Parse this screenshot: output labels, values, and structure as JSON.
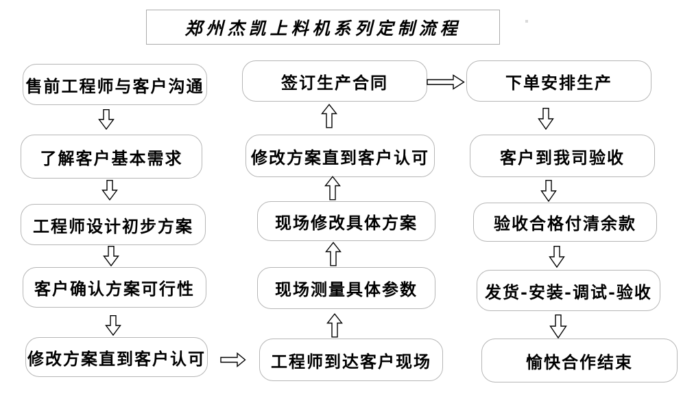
{
  "title": "郑州杰凯上料机系列定制流程",
  "columns": {
    "left": {
      "direction": "down",
      "steps": [
        "售前工程师与客户沟通",
        "了解客户基本需求",
        "工程师设计初步方案",
        "客户确认方案可行性",
        "修改方案直到客户认可"
      ]
    },
    "middle": {
      "direction": "up",
      "steps": [
        "签订生产合同",
        "修改方案直到客户认可",
        "现场修改具体方案",
        "现场测量具体参数",
        "工程师到达客户现场"
      ]
    },
    "right": {
      "direction": "down",
      "steps": [
        "下单安排生产",
        "客户到我司验收",
        "验收合格付清余款",
        "发货-安装-调试-验收",
        "愉快合作结束"
      ]
    }
  },
  "connectors": {
    "left_bottom_to_middle_bottom": "right-arrow",
    "middle_top_to_right_top": "right-arrow"
  },
  "colors": {
    "page_background": "#ffffff",
    "box_background": "#ffffff",
    "box_border": "#b5b5b5",
    "title_border": "#ababab",
    "text": "#000000",
    "arrow_outline": "#000000",
    "arrow_fill": "#ffffff"
  }
}
